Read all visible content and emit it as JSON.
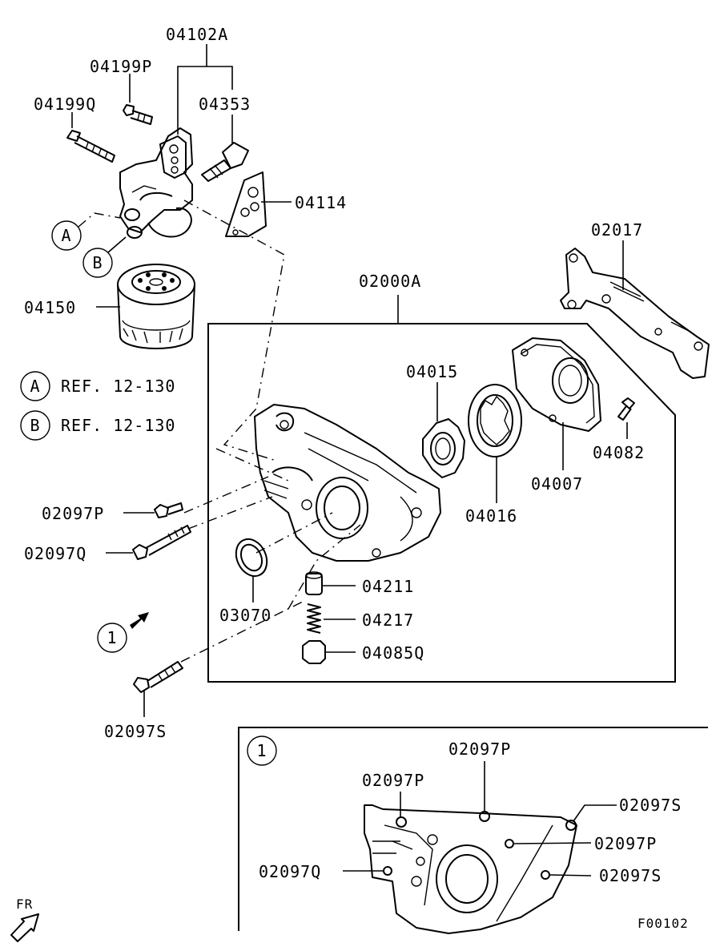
{
  "diagram": {
    "part_labels": {
      "p04102A": "04102A",
      "p04199P": "04199P",
      "p04199Q": "04199Q",
      "p04353": "04353",
      "p04114": "04114",
      "p04150": "04150",
      "p02017": "02017",
      "p02000A": "02000A",
      "p04015": "04015",
      "p04082": "04082",
      "p04007": "04007",
      "p04016": "04016",
      "p02097P": "02097P",
      "p02097Q": "02097Q",
      "p04211": "04211",
      "p04217": "04217",
      "p04085Q": "04085Q",
      "p03070": "03070",
      "p02097S": "02097S"
    },
    "callouts": {
      "a": "A",
      "b": "B",
      "one": "1"
    },
    "references": {
      "a_letter": "A",
      "a_text": "REF. 12-130",
      "b_letter": "B",
      "b_text": "REF. 12-130"
    },
    "detail": {
      "marker": "1",
      "labels": {
        "top_p": "02097P",
        "upper_left_p": "02097P",
        "upper_right_s": "02097S",
        "mid_right_p": "02097P",
        "left_q": "02097Q",
        "lower_right_s": "02097S"
      }
    },
    "direction_label": "FR",
    "figure_code": "F00102"
  }
}
